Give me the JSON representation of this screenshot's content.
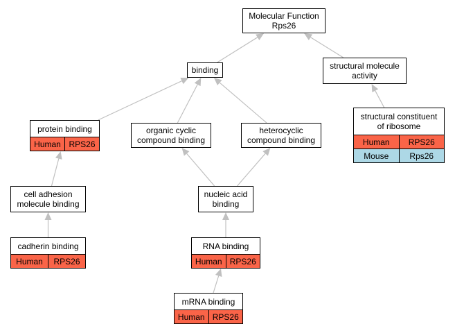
{
  "nodes": {
    "mf": {
      "lines": [
        "Molecular Function",
        "Rps26"
      ]
    },
    "binding": {
      "lines": [
        "binding"
      ]
    },
    "structural_activity": {
      "lines": [
        "structural molecule",
        "activity"
      ]
    },
    "protein_binding": {
      "lines": [
        "protein binding"
      ],
      "rows": [
        {
          "species": "Human",
          "gene": "RPS26"
        }
      ]
    },
    "organic": {
      "lines": [
        "organic cyclic",
        "compound binding"
      ]
    },
    "heterocyclic": {
      "lines": [
        "heterocyclic",
        "compound binding"
      ]
    },
    "ribosome": {
      "lines": [
        "structural constituent",
        "of ribosome"
      ],
      "rows": [
        {
          "species": "Human",
          "gene": "RPS26"
        },
        {
          "species": "Mouse",
          "gene": "Rps26"
        }
      ]
    },
    "cell_adhesion": {
      "lines": [
        "cell adhesion",
        "molecule binding"
      ]
    },
    "nucleic": {
      "lines": [
        "nucleic acid",
        "binding"
      ]
    },
    "cadherin": {
      "lines": [
        "cadherin binding"
      ],
      "rows": [
        {
          "species": "Human",
          "gene": "RPS26"
        }
      ]
    },
    "rna": {
      "lines": [
        "RNA binding"
      ],
      "rows": [
        {
          "species": "Human",
          "gene": "RPS26"
        }
      ]
    },
    "mrna": {
      "lines": [
        "mRNA binding"
      ],
      "rows": [
        {
          "species": "Human",
          "gene": "RPS26"
        }
      ]
    }
  },
  "edges": [
    {
      "from": "binding",
      "to": "mf"
    },
    {
      "from": "structural_activity",
      "to": "mf"
    },
    {
      "from": "protein_binding",
      "to": "binding"
    },
    {
      "from": "organic",
      "to": "binding"
    },
    {
      "from": "heterocyclic",
      "to": "binding"
    },
    {
      "from": "ribosome",
      "to": "structural_activity"
    },
    {
      "from": "cell_adhesion",
      "to": "protein_binding"
    },
    {
      "from": "nucleic",
      "to": "organic"
    },
    {
      "from": "nucleic",
      "to": "heterocyclic"
    },
    {
      "from": "cadherin",
      "to": "cell_adhesion"
    },
    {
      "from": "rna",
      "to": "nucleic"
    },
    {
      "from": "mrna",
      "to": "rna"
    }
  ],
  "colors": {
    "Human": "#fa6448",
    "Mouse": "#add8e6",
    "edge": "#c0c0c0"
  }
}
